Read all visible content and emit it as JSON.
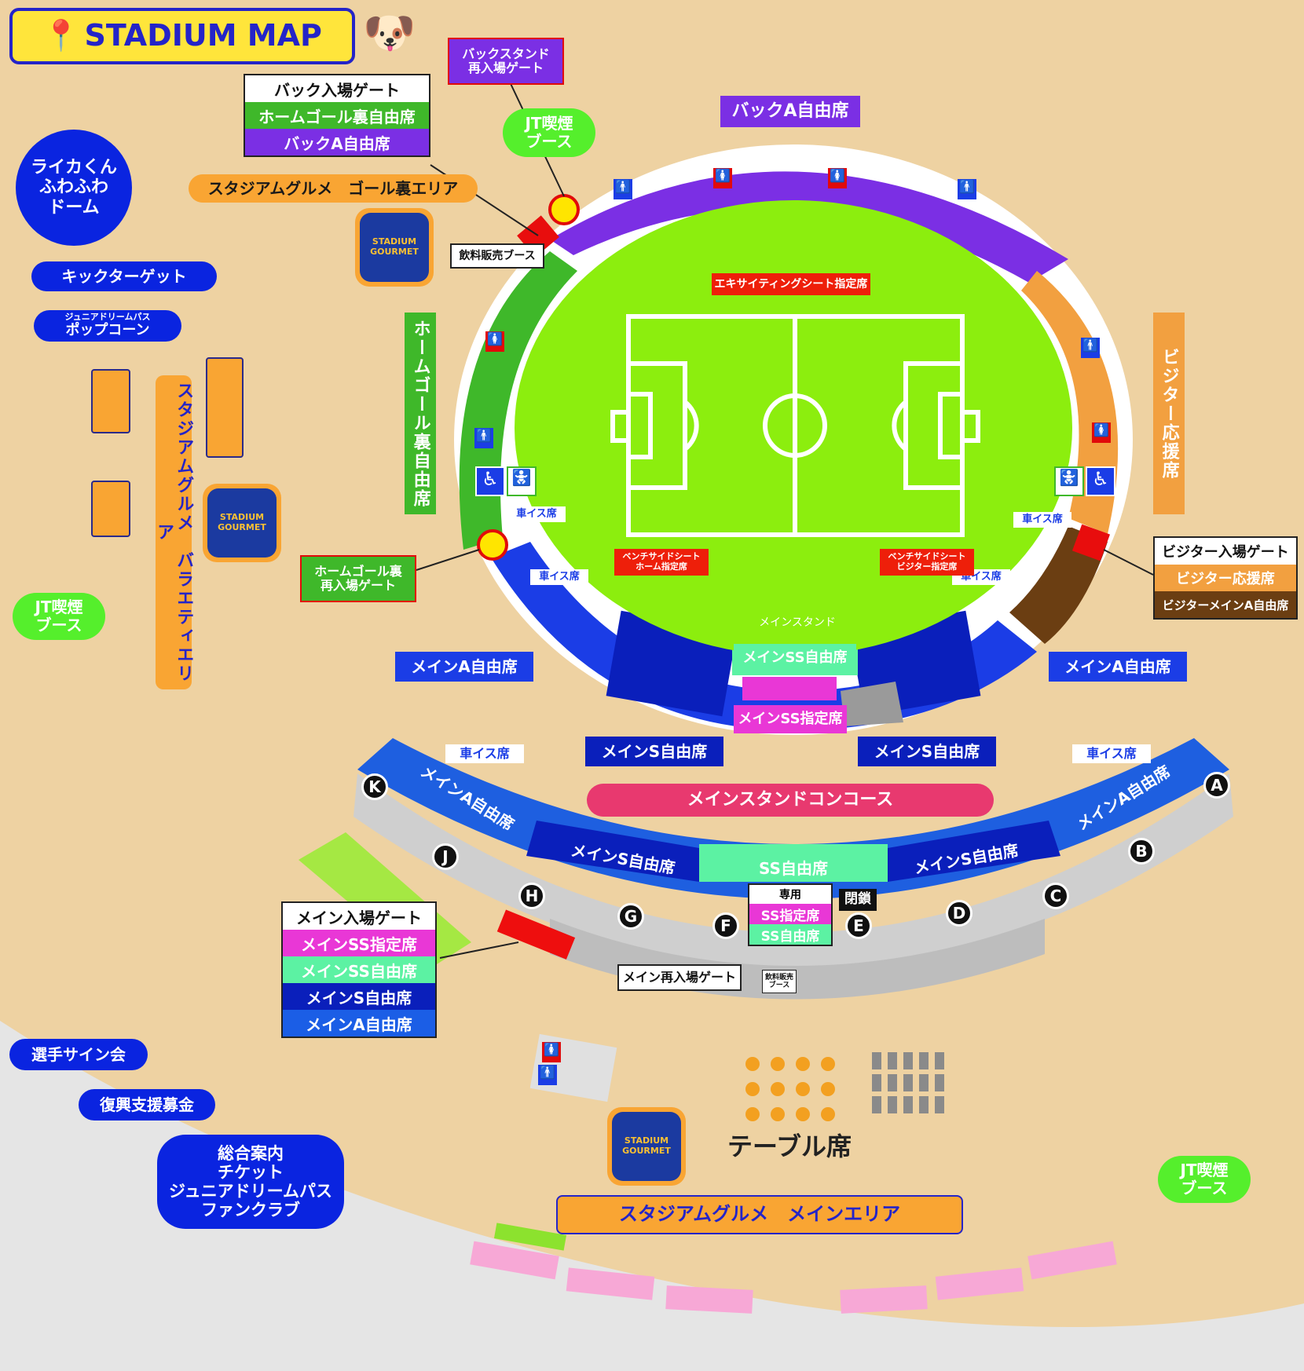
{
  "header": {
    "title": "STADIUM MAP"
  },
  "colors": {
    "background": "#eed2a2",
    "pitch": "#8cee0e",
    "back_stand": "#7b2fe4",
    "home_stand": "#3fb82a",
    "visitor_stand": "#f2a040",
    "main_stand": "#1b3de6",
    "concourse": "#cfcfcf"
  },
  "labels": {
    "back_reentry_gate": "バックスタンド\n再入場ゲート",
    "back_a_free": "バックA自由席",
    "jt_smoking_1": "JT喫煙\nブース",
    "jt_smoking_2": "JT喫煙\nブース",
    "jt_smoking_3": "JT喫煙\nブース",
    "raika_dome": "ライカくん\nふわふわ\nドーム",
    "gourmet_goal_area": "スタジアムグルメ　ゴール裏エリア",
    "drink_booth": "飲料販売ブース",
    "kicktarget": "キックターゲット",
    "junior_pass_small": "ジュニアドリームパス",
    "popcorn": "ポップコーン",
    "gourmet_variety": "スタジアムグルメ　バラエティエリア",
    "home_goal_free": "ホームゴール裏自由席",
    "visitor_support": "ビジター応援席",
    "exciting_seat": "エキサイティングシート指定席",
    "bench_home": "ベンチサイドシート\nホーム指定席",
    "bench_visitor": "ベンチサイドシート\nビジター指定席",
    "main_stand": "メインスタンド",
    "main_ss_free": "メインSS自由席",
    "main_ss_reserved": "メインSS指定席",
    "main_a_free_left": "メインA自由席",
    "main_a_free_right": "メインA自由席",
    "main_s_free_left": "メインS自由席",
    "main_s_free_right": "メインS自由席",
    "home_goal_reentry": "ホームゴール裏\n再入場ゲート",
    "concourse": "メインスタンドコンコース",
    "arc_main_a_left": "メインA自由席",
    "arc_main_s_left": "メインS自由席",
    "arc_ss_free": "SS自由席",
    "arc_main_s_right": "メインS自由席",
    "arc_main_a_right": "メインA自由席",
    "wheelchair_1": "車イス席",
    "wheelchair_2": "車イス席",
    "wheelchair_3": "車イス席",
    "wheelchair_4": "車イス席",
    "wheelchair_5": "車イス席",
    "wheelchair_6": "車イス席",
    "main_reentry": "メイン再入場ゲート",
    "drink_booth_small": "飲料販売\nブース",
    "closed": "閉鎖",
    "player_sign": "選手サイン会",
    "reconstruction": "復興支援募金",
    "info_center": "総合案内\nチケット\nジュニアドリームパス\nファンクラブ",
    "table_seat": "テーブル席",
    "gourmet_main": "スタジアムグルメ　メインエリア",
    "logo_text": "STADIUM GOURMET"
  },
  "gate_back": {
    "title": "バック入場ゲート",
    "rows": [
      "ホームゴール裏自由席",
      "バックA自由席"
    ]
  },
  "gate_visitor": {
    "title": "ビジター入場ゲート",
    "rows": [
      "ビジター応援席",
      "ビジターメインA自由席"
    ]
  },
  "gate_main": {
    "title": "メイン入場ゲート",
    "rows": [
      "メインSS指定席",
      "メインSS自由席",
      "メインS自由席",
      "メインA自由席"
    ]
  },
  "gate_dedicated": {
    "title": "専用",
    "rows": [
      "SS指定席",
      "SS自由席"
    ]
  },
  "gate_letters": [
    "A",
    "B",
    "C",
    "D",
    "E",
    "F",
    "G",
    "H",
    "J",
    "K"
  ]
}
